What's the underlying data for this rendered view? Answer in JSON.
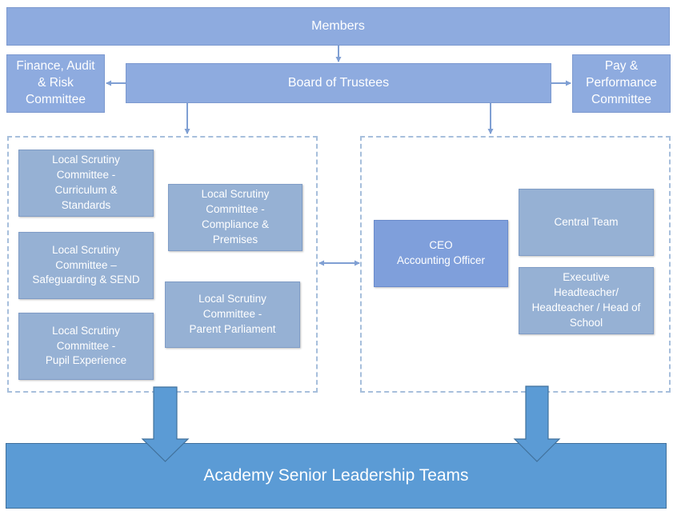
{
  "members": "Members",
  "board": "Board of Trustees",
  "finance_committee": "Finance, Audit\n& Risk\nCommittee",
  "pay_committee": "Pay &\nPerformance\nCommittee",
  "local_committees": [
    "Local Scrutiny\nCommittee -\nCurriculum &\nStandards",
    "Local Scrutiny\nCommittee –\nSafeguarding & SEND",
    "Local Scrutiny\nCommittee -\nPupil Experience",
    "Local Scrutiny\nCommittee -\nCompliance &\nPremises",
    "Local Scrutiny\nCommittee -\nParent Parliament"
  ],
  "ceo": "CEO\nAccounting Officer",
  "central_team": "Central Team",
  "executive": "Executive\nHeadteacher/\nHeadteacher / Head of\nSchool",
  "academy_slt": "Academy Senior Leadership Teams",
  "colors": {
    "top_box": "#8eabdf",
    "committee_box": "#96b1d4",
    "ceo_box": "#7f9fdb",
    "bottom_bar": "#5b9bd5",
    "connector": "#7f9fd3"
  }
}
